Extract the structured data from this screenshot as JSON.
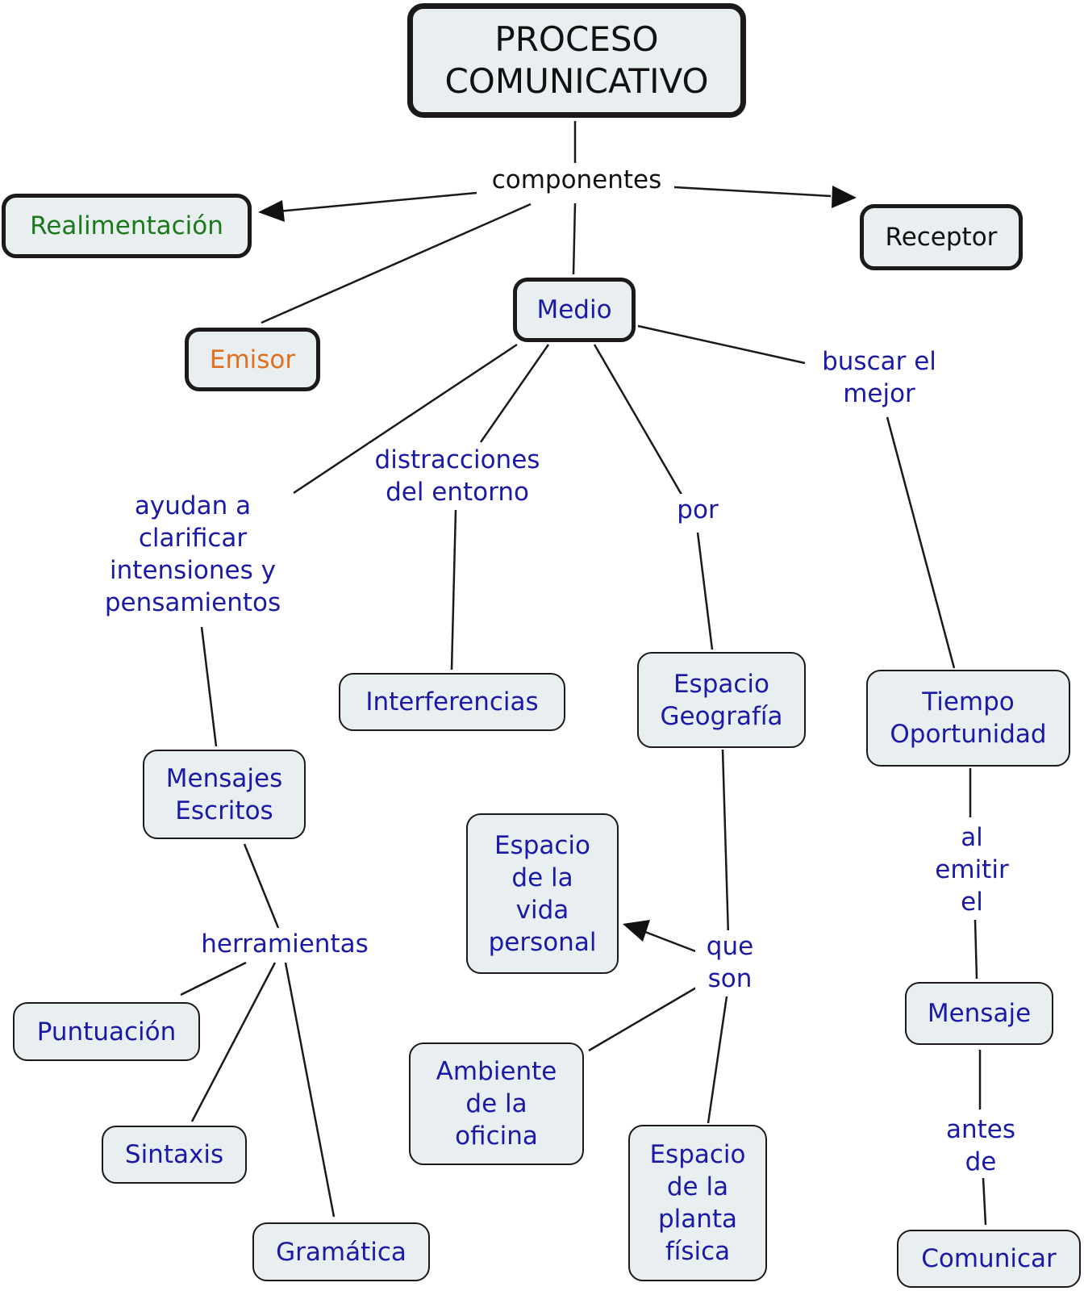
{
  "colors": {
    "node_text": "#1a1aa6",
    "root_text": "#111111",
    "realimentacion": "#1a7a1a",
    "emisor": "#e07020",
    "receptor": "#111111",
    "node_fill": "#e9eef1",
    "line": "#1a1a1a"
  },
  "nodes": {
    "root": "PROCESO\nCOMUNICATIVO",
    "realimentacion": "Realimentación",
    "receptor": "Receptor",
    "emisor": "Emisor",
    "medio": "Medio",
    "interferencias": "Interferencias",
    "espacio_geografia": "Espacio\nGeografía",
    "tiempo_oportunidad": "Tiempo\nOportunidad",
    "mensajes_escritos": "Mensajes\nEscritos",
    "espacio_vida_personal": "Espacio\nde la\nvida\npersonal",
    "mensaje": "Mensaje",
    "puntuacion": "Puntuación",
    "sintaxis": "Sintaxis",
    "gramatica": "Gramática",
    "ambiente_oficina": "Ambiente\nde la\noficina",
    "espacio_planta_fisica": "Espacio\nde la\nplanta\nfísica",
    "comunicar": "Comunicar"
  },
  "links": {
    "componentes": "componentes",
    "buscar_el_mejor": "buscar el\nmejor",
    "distracciones": "distracciones\ndel entorno",
    "por": "por",
    "ayudan": "ayudan a\nclarificar\nintensiones y\npensamientos",
    "al_emitir_el": "al\nemitir\nel",
    "herramientas": "herramientas",
    "que_son": "que\nson",
    "antes_de": "antes\nde"
  }
}
